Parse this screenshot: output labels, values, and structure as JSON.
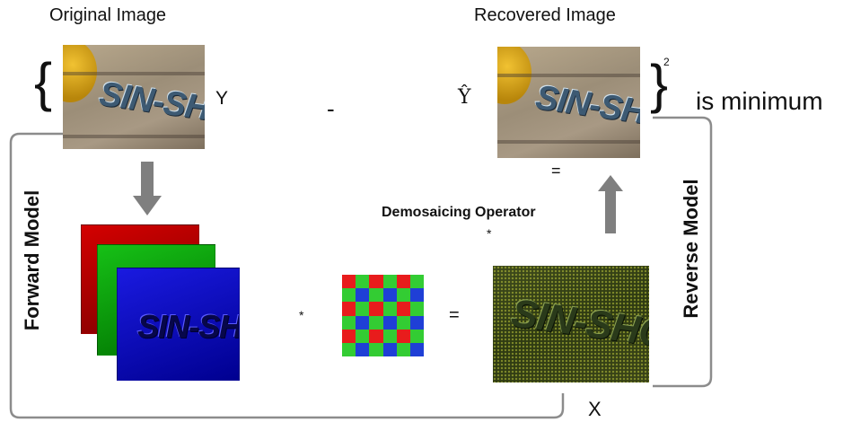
{
  "labels": {
    "original_title": "Original Image",
    "recovered_title": "Recovered  Image",
    "y_label": "Y",
    "y_hat_label": "Ŷ",
    "minus": "-",
    "squared": "2",
    "is_minimum": "is minimum",
    "forward_model": "Forward Model",
    "reverse_model": "Reverse Model",
    "demosaicing_operator": "Demosaicing  Operator",
    "star_small": "*",
    "star_operator": "*",
    "equals_mosaic": "=",
    "equals_recovered": "=",
    "x_label": "X",
    "left_brace": "{",
    "right_brace": "}"
  },
  "photo_text": "SIN-SHO",
  "colors": {
    "arrow": "#7f7f7f",
    "bracket": "#8c8c8c",
    "red_plane": "#c00000",
    "green_plane": "#00a800",
    "blue_plane": "#0000c8",
    "bayer_red": "#e81c1c",
    "bayer_green": "#33cc33",
    "bayer_blue": "#1f3fd6"
  },
  "bayer_pattern": [
    [
      "R",
      "G",
      "R",
      "G",
      "R",
      "G"
    ],
    [
      "G",
      "B",
      "G",
      "B",
      "G",
      "B"
    ],
    [
      "R",
      "G",
      "R",
      "G",
      "R",
      "G"
    ],
    [
      "G",
      "B",
      "G",
      "B",
      "G",
      "B"
    ],
    [
      "R",
      "G",
      "R",
      "G",
      "R",
      "G"
    ],
    [
      "G",
      "B",
      "G",
      "B",
      "G",
      "B"
    ]
  ]
}
